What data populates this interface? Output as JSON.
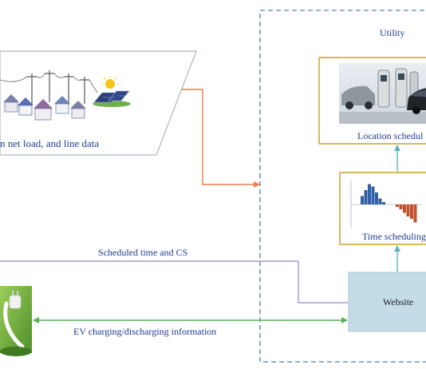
{
  "grid_panel": {
    "label": "n net load, and line data"
  },
  "utility": {
    "title": "Utility",
    "location_label": "Location schedul",
    "time_label": "Time scheduling",
    "website_label": "Website"
  },
  "connections": {
    "scheduled_label": "Scheduled time and CS",
    "ev_info_label": "EV charging/discharging information"
  },
  "colors": {
    "utility_border": "#4a7fb5",
    "box_border": "#c9a227",
    "website_fill": "#c4dbe8",
    "arrow_orange": "#e87d4a",
    "arrow_purple": "#9a86c2",
    "arrow_green": "#5aaf5a",
    "arrow_teal": "#5fb3c9",
    "text_blue": "#1f3a93"
  },
  "icons": [
    "house-icon",
    "power-line-icon",
    "solar-panel-icon",
    "sun-icon",
    "ev-charger-icon",
    "electric-car-icon",
    "plug-icon"
  ],
  "chart_data": {
    "type": "bar",
    "series": [
      {
        "values": [
          0.35,
          0.6,
          0.85,
          0.75,
          0.5,
          0.25,
          0.1
        ]
      },
      {
        "values": [
          -0.1,
          -0.2,
          -0.35,
          -0.5,
          -0.6,
          -0.75
        ]
      }
    ]
  }
}
